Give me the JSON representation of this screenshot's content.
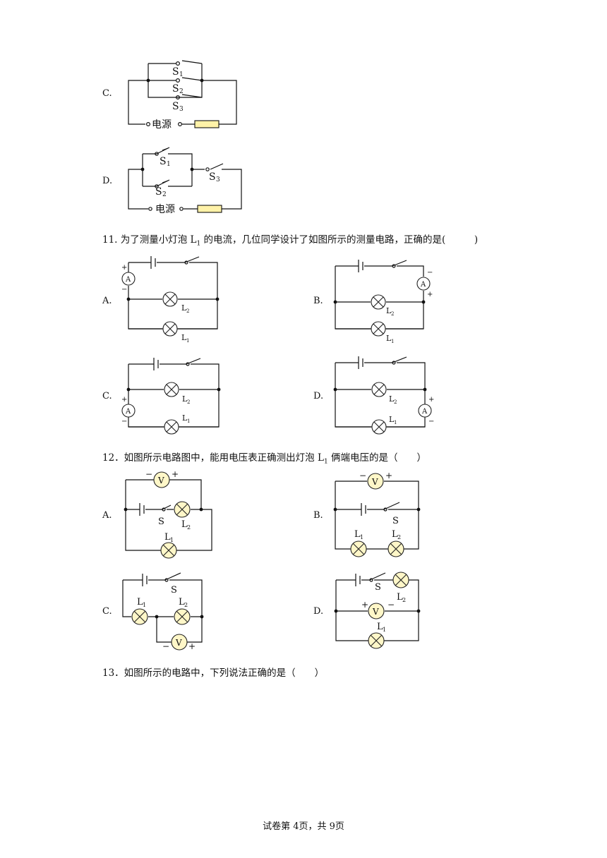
{
  "q10": {
    "optC": "C.",
    "optD": "D.",
    "c": {
      "s1": "S",
      "s1sub": "1",
      "s2": "S",
      "s2sub": "2",
      "s3": "S",
      "s3sub": "3",
      "power": "电源"
    },
    "d": {
      "s1": "S",
      "s1sub": "1",
      "s2": "S",
      "s2sub": "2",
      "s3": "S",
      "s3sub": "3",
      "power": "电源"
    }
  },
  "q11": {
    "text_pre": "11. 为了测量小灯泡 L",
    "text_sub": "1",
    "text_post": " 的电流，几位同学设计了如图所示的测量电路，正确的是(　　　)",
    "optA": "A.",
    "optB": "B.",
    "optC": "C.",
    "optD": "D.",
    "ammeter": "A",
    "plus": "+",
    "minus": "−",
    "l": "L",
    "l1sub": "1",
    "l2sub": "2"
  },
  "q12": {
    "text_pre": "12．如图所示电路图中，能用电压表正确测出灯泡 L",
    "text_sub": "1",
    "text_post": " 俩端电压的是（　　）",
    "optA": "A.",
    "optB": "B.",
    "optC": "C.",
    "optD": "D.",
    "voltmeter": "V",
    "plus": "+",
    "minus": "−",
    "switch": "S",
    "l": "L",
    "l1sub": "1",
    "l2sub": "2"
  },
  "q13": {
    "text": "13．如图所示的电路中，下列说法正确的是（　　）"
  },
  "footer": "试卷第 4页，共 9页"
}
